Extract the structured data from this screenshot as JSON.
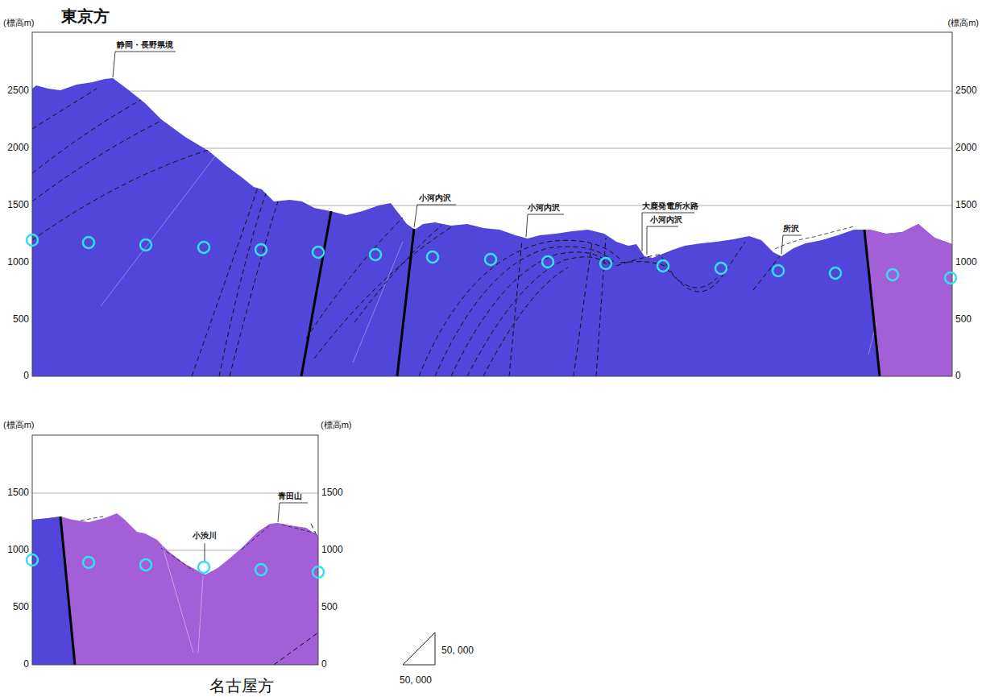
{
  "diagram": {
    "labels": [
      "(標高m)",
      "東京方",
      "(標高m)",
      "2500",
      "2000",
      "1500",
      "1000",
      "500",
      "0",
      "2500",
      "2000",
      "1500",
      "1000",
      "500",
      "0",
      "静岡・長野県境",
      "小河内沢",
      "小河内沢",
      "大鹿発電所水路",
      "小河内沢",
      "所沢",
      "(標高m)",
      "(標高m)",
      "1500",
      "1000",
      "500",
      "0",
      "1500",
      "1000",
      "500",
      "0",
      "小渋川",
      "青田山",
      "名古屋方",
      "50, 000",
      "50, 000"
    ]
  }
}
